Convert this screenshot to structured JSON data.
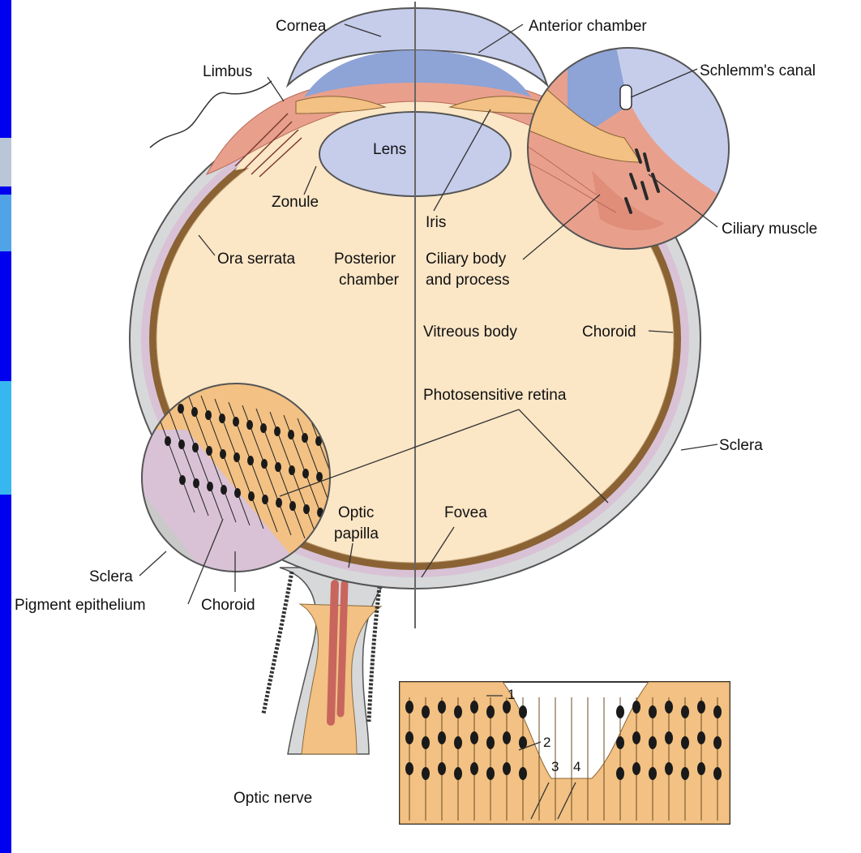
{
  "colors": {
    "slide_blue": "#0000f0",
    "cornea": "#c6cdeb",
    "chamber": "#8ea3d6",
    "vitreous": "#fbe6c6",
    "choroid_pink": "#e8a08d",
    "retina_orange": "#f2c183",
    "sclera_gray": "#d7d8da",
    "nucleus": "#1a1a1a"
  },
  "labels": {
    "cornea": "Cornea",
    "anterior_chamber": "Anterior chamber",
    "schlemms_canal": "Schlemm's canal",
    "limbus": "Limbus",
    "lens": "Lens",
    "zonule": "Zonule",
    "iris": "Iris",
    "ciliary_muscle": "Ciliary muscle",
    "ora_serrata": "Ora serrata",
    "posterior_chamber_1": "Posterior",
    "posterior_chamber_2": "chamber",
    "ciliary_body_1": "Ciliary body",
    "ciliary_body_2": "and process",
    "vitreous_body": "Vitreous body",
    "choroid_right": "Choroid",
    "photosensitive_retina": "Photosensitive retina",
    "sclera_right": "Sclera",
    "optic_papilla_1": "Optic",
    "optic_papilla_2": "papilla",
    "fovea": "Fovea",
    "sclera_left": "Sclera",
    "pigment_epithelium": "Pigment epithelium",
    "choroid_left": "Choroid",
    "optic_nerve": "Optic nerve",
    "n1": "1",
    "n2": "2",
    "n3": "3",
    "n4": "4"
  }
}
